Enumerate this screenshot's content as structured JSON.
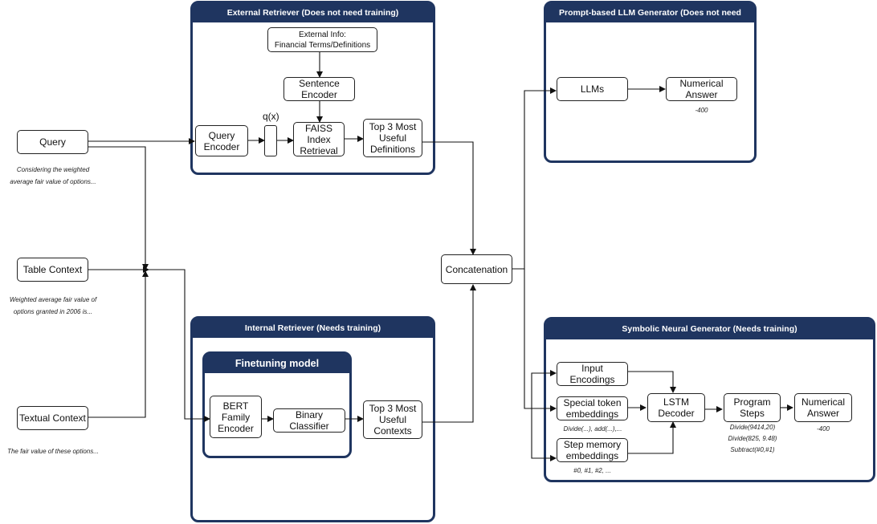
{
  "panels": {
    "external_retriever": "External Retriever (Does not need training)",
    "llm_generator": "Prompt-based LLM Generator (Does not need training)",
    "internal_retriever": "Internal Retriever (Needs training)",
    "finetuning_model": "Finetuning model",
    "symbolic_generator": "Symbolic Neural Generator (Needs training)"
  },
  "nodes": {
    "query": "Query",
    "table_context": "Table Context",
    "textual_context": "Textual Context",
    "external_info": "External Info:\nFinancial Terms/Definitions",
    "sentence_encoder": "Sentence\nEncoder",
    "query_encoder": "Query\nEncoder",
    "faiss": "FAISS\nIndex\nRetrieval",
    "top3_definitions": "Top 3 Most\nUseful\nDefinitions",
    "llms": "LLMs",
    "numerical_answer_llm": "Numerical\nAnswer",
    "concatenation": "Concatenation",
    "bert": "BERT\nFamily\nEncoder",
    "binary_classifier": "Binary\nClassifier",
    "top3_contexts": "Top 3 Most\nUseful\nContexts",
    "input_encodings": "Input\nEncodings",
    "special_token": "Special token\nembeddings",
    "step_memory": "Step memory\nembeddings",
    "lstm": "LSTM\nDecoder",
    "program_steps": "Program\nSteps",
    "numerical_answer_sym": "Numerical\nAnswer"
  },
  "labels": {
    "qx": "q(x)"
  },
  "notes": {
    "query_example": "Considering the weighted\naverage fair value of options...",
    "table_example": "Weighted average fair value of\noptions granted in 2006 is...",
    "text_example": "The fair value of these options...",
    "llm_answer": "-400",
    "special_token_example": "Divide(...), add(...),...",
    "step_memory_example": "#0, #1, #2, ...",
    "program_example": "Divide(9414,20)\nDivide(825, 9.48)\nSubtract(#0,#1)",
    "sym_answer": "-400"
  },
  "colors": {
    "panel_navy": "#1f3560",
    "edge": "#111111"
  }
}
